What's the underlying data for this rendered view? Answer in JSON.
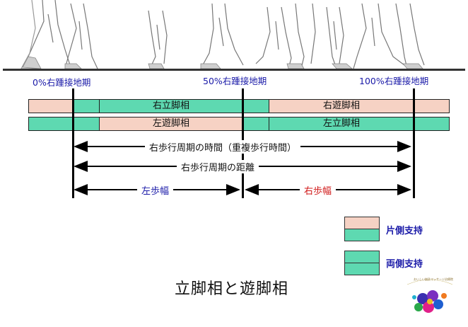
{
  "colors": {
    "single_support": "#f6d2c4",
    "double_support": "#5ed9b1",
    "pct_text": "#1a1aa8",
    "left_step": "#1a1aa8",
    "right_step": "#d01818"
  },
  "gait": {
    "pct_labels": {
      "p0": "0%右踵接地期",
      "p50": "50%右踵接地期",
      "p100": "100%右踵接地期"
    },
    "right_bar": {
      "stance": "右立脚相",
      "swing": "右遊脚相"
    },
    "left_bar": {
      "swing": "左遊脚相",
      "stance": "左立脚相"
    },
    "arrows": {
      "cycle_time": "右歩行周期の時間（重複歩行時間）",
      "cycle_distance": "右歩行周期の距離",
      "left_step": "左歩幅",
      "right_step": "右歩幅"
    }
  },
  "legend": {
    "single": "片側支持",
    "double": "両側支持"
  },
  "title": "立脚相と遊脚相",
  "logo": {
    "text": "おいしい鍼灸マッサージ治療院"
  },
  "icons": [
    "walking-figures-illustration",
    "flower-logo-icon"
  ]
}
